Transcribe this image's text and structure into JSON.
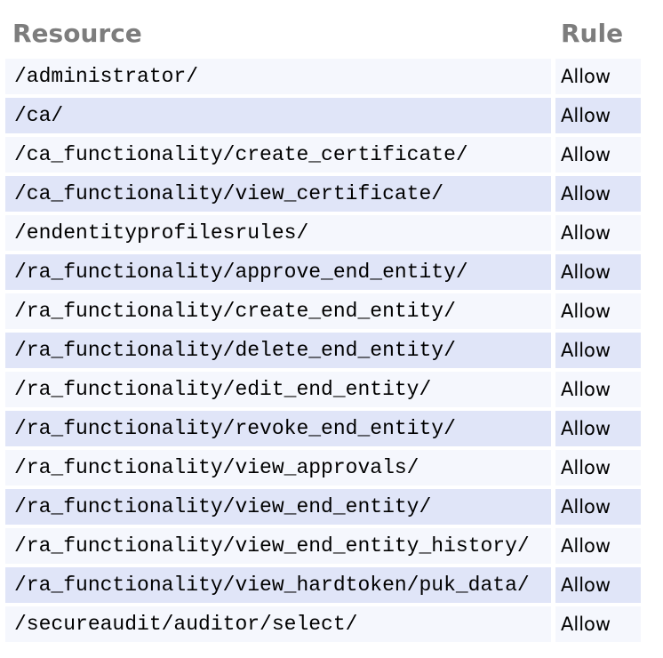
{
  "table": {
    "columns": [
      {
        "label": "Resource"
      },
      {
        "label": "Rule"
      }
    ],
    "rows": [
      {
        "resource": "/administrator/",
        "rule": "Allow"
      },
      {
        "resource": "/ca/",
        "rule": "Allow"
      },
      {
        "resource": "/ca_functionality/create_certificate/",
        "rule": "Allow"
      },
      {
        "resource": "/ca_functionality/view_certificate/",
        "rule": "Allow"
      },
      {
        "resource": "/endentityprofilesrules/",
        "rule": "Allow"
      },
      {
        "resource": "/ra_functionality/approve_end_entity/",
        "rule": "Allow"
      },
      {
        "resource": "/ra_functionality/create_end_entity/",
        "rule": "Allow"
      },
      {
        "resource": "/ra_functionality/delete_end_entity/",
        "rule": "Allow"
      },
      {
        "resource": "/ra_functionality/edit_end_entity/",
        "rule": "Allow"
      },
      {
        "resource": "/ra_functionality/revoke_end_entity/",
        "rule": "Allow"
      },
      {
        "resource": "/ra_functionality/view_approvals/",
        "rule": "Allow"
      },
      {
        "resource": "/ra_functionality/view_end_entity/",
        "rule": "Allow"
      },
      {
        "resource": "/ra_functionality/view_end_entity_history/",
        "rule": "Allow"
      },
      {
        "resource": "/ra_functionality/view_hardtoken/puk_data/",
        "rule": "Allow"
      },
      {
        "resource": "/secureaudit/auditor/select/",
        "rule": "Allow"
      }
    ]
  },
  "colors": {
    "row_odd_bg": "#f5f7fd",
    "row_even_bg": "#e0e5f8",
    "header_text": "#7d7d7d",
    "cell_text": "#000000",
    "page_bg": "#ffffff"
  }
}
